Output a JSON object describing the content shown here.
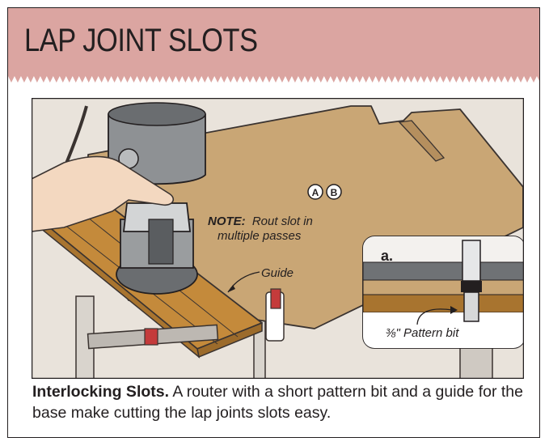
{
  "header": {
    "title": "LAP JOINT SLOTS",
    "band_color": "#dba5a1"
  },
  "illustration": {
    "note_label": "NOTE:",
    "note_line1": "Rout slot in",
    "note_line2": "multiple passes",
    "guide_label": "Guide",
    "callout_a": "A",
    "callout_b": "B",
    "inset_label": "a.",
    "inset_bit_label": "⅜\" Pattern bit",
    "background_color": "#e9e3db",
    "board_color": "#c9a675",
    "guide_color": "#c48a3b"
  },
  "caption": {
    "lead": "Interlocking Slots.",
    "text": " A router with a short pattern bit and a guide for the base make cutting the lap joints slots easy."
  }
}
